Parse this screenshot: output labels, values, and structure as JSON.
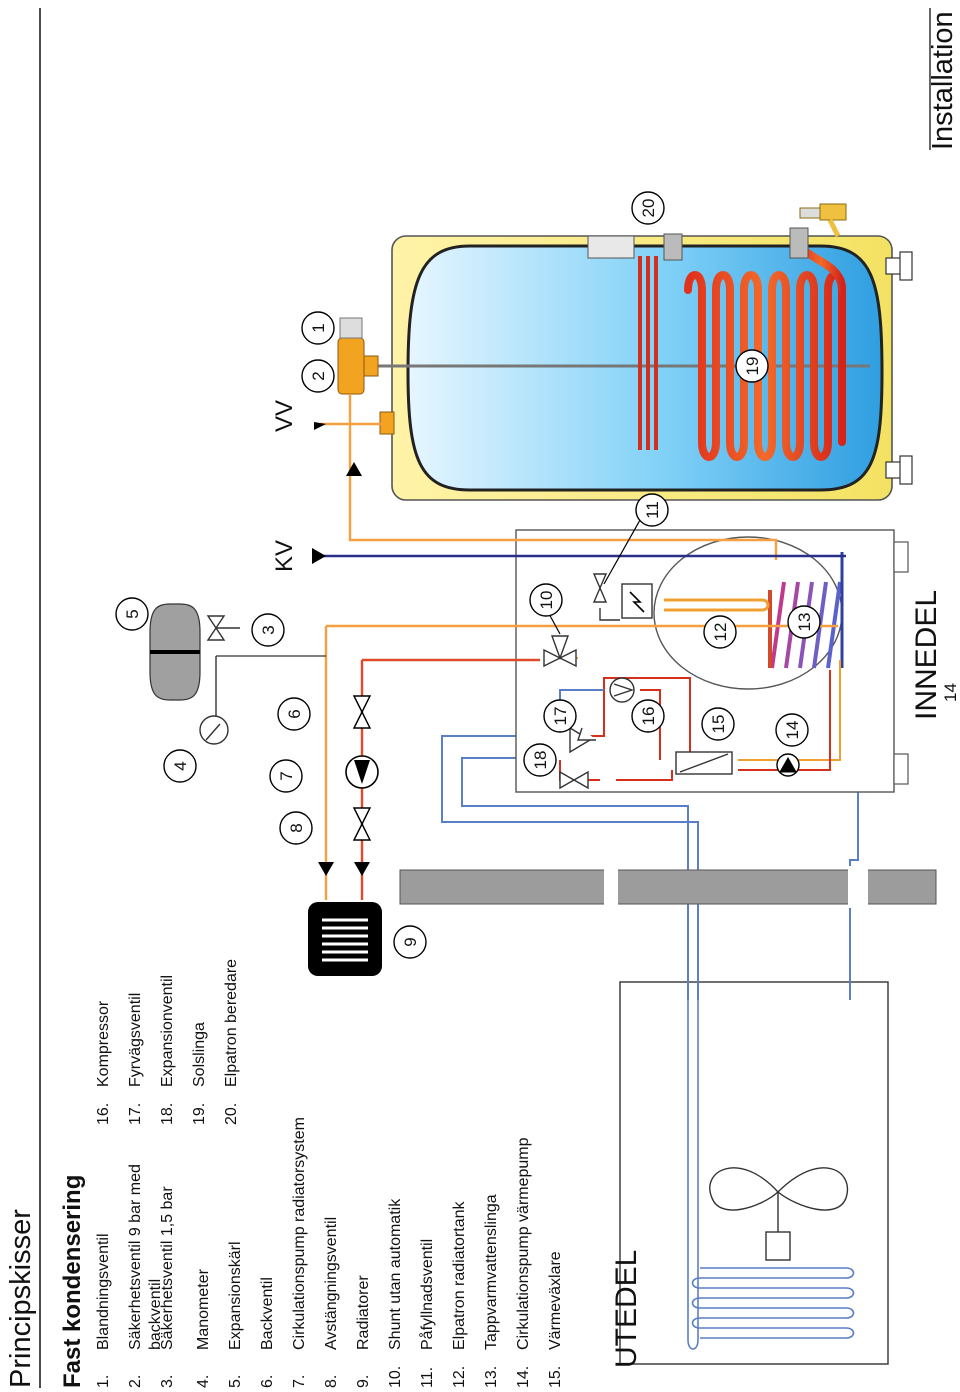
{
  "header": {
    "section": "Principskisser",
    "chapter": "Installation"
  },
  "title": "Fast kondensering",
  "legend": [
    {
      "n": "1.",
      "text": "Blandningsventil"
    },
    {
      "n": "2.",
      "text": "Säkerhetsventil 9 bar med",
      "cont": "backventil"
    },
    {
      "n": "3.",
      "text": "Säkerhetsventil 1,5 bar"
    },
    {
      "n": "4.",
      "text": "Manometer"
    },
    {
      "n": "5.",
      "text": "Expansionskärl"
    },
    {
      "n": "6.",
      "text": "Backventil"
    },
    {
      "n": "7.",
      "text": "Cirkulationspump radiatorsystem"
    },
    {
      "n": "8.",
      "text": "Avstängningsventil"
    },
    {
      "n": "9.",
      "text": "Radiatorer"
    },
    {
      "n": "10.",
      "text": "Shunt utan automatik"
    },
    {
      "n": "11.",
      "text": "Påfyllnadsventil"
    },
    {
      "n": "12.",
      "text": "Elpatron radiatortank"
    },
    {
      "n": "13.",
      "text": "Tappvarmvattenslinga"
    },
    {
      "n": "14.",
      "text": "Cirkulationspump värmepump"
    },
    {
      "n": "15.",
      "text": "Värmeväxlare"
    },
    {
      "n": "16.",
      "text": "Kompressor"
    },
    {
      "n": "17.",
      "text": "Fyrvägsventil"
    },
    {
      "n": "18.",
      "text": "Expansionventil"
    },
    {
      "n": "19.",
      "text": "Solslinga"
    },
    {
      "n": "20.",
      "text": "Elpatron beredare"
    }
  ],
  "diagram": {
    "utedel": "UTEDEL",
    "innedel": "INNEDEL",
    "page_number": "14",
    "kv": "KV",
    "vv": "VV",
    "callouts": [
      "1",
      "2",
      "3",
      "4",
      "5",
      "6",
      "7",
      "8",
      "9",
      "10",
      "11",
      "12",
      "13",
      "14",
      "15",
      "16",
      "17",
      "18",
      "19",
      "20"
    ]
  }
}
